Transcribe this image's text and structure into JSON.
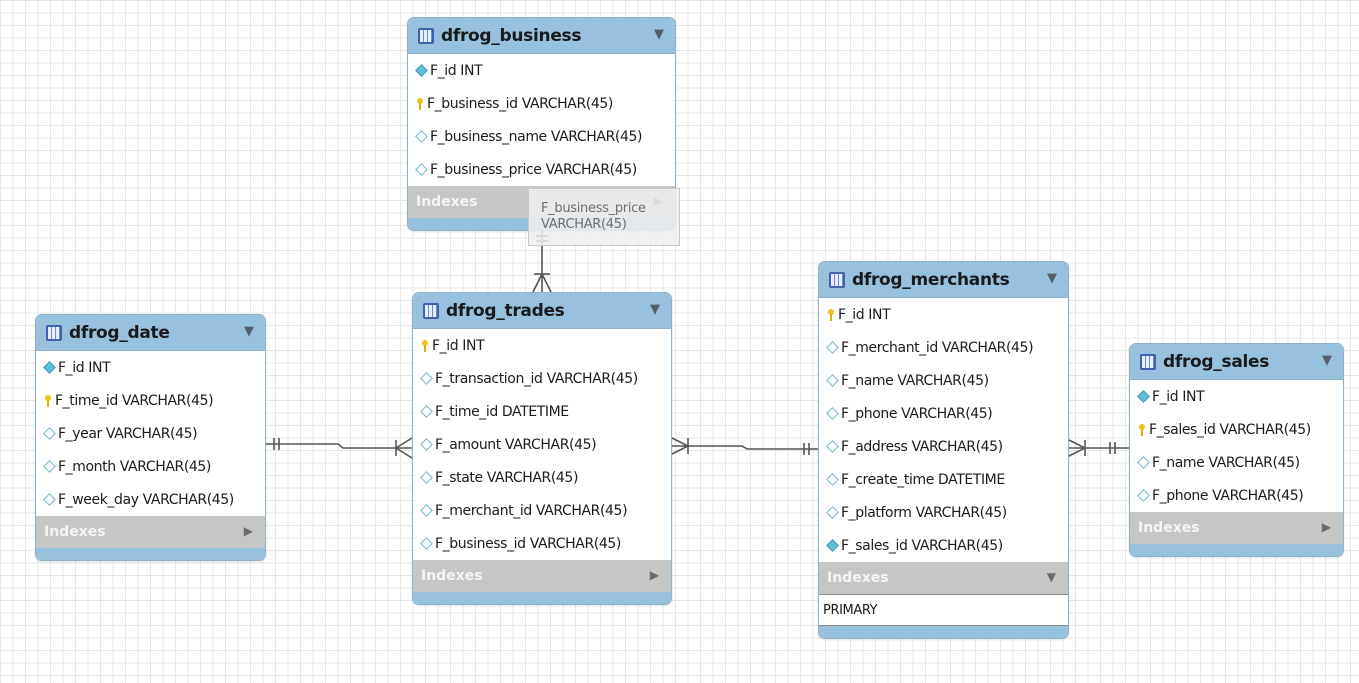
{
  "tables": [
    {
      "name": "dfrog_business",
      "columns": [
        {
          "text": "F_id INT",
          "icon": "diamond-filled"
        },
        {
          "text": "F_business_id VARCHAR(45)",
          "icon": "key"
        },
        {
          "text": "F_business_name VARCHAR(45)",
          "icon": "diamond-open"
        },
        {
          "text": "F_business_price VARCHAR(45)",
          "icon": "diamond-open"
        }
      ],
      "indexes_label": "Indexes",
      "indexes_state": "collapsed",
      "index_items": []
    },
    {
      "name": "dfrog_date",
      "columns": [
        {
          "text": "F_id INT",
          "icon": "diamond-filled"
        },
        {
          "text": "F_time_id VARCHAR(45)",
          "icon": "key"
        },
        {
          "text": "F_year VARCHAR(45)",
          "icon": "diamond-open"
        },
        {
          "text": "F_month VARCHAR(45)",
          "icon": "diamond-open"
        },
        {
          "text": "F_week_day VARCHAR(45)",
          "icon": "diamond-open"
        }
      ],
      "indexes_label": "Indexes",
      "indexes_state": "collapsed",
      "index_items": []
    },
    {
      "name": "dfrog_trades",
      "columns": [
        {
          "text": "F_id INT",
          "icon": "key"
        },
        {
          "text": "F_transaction_id VARCHAR(45)",
          "icon": "diamond-open"
        },
        {
          "text": "F_time_id DATETIME",
          "icon": "diamond-open"
        },
        {
          "text": "F_amount VARCHAR(45)",
          "icon": "diamond-open"
        },
        {
          "text": "F_state VARCHAR(45)",
          "icon": "diamond-open"
        },
        {
          "text": "F_merchant_id VARCHAR(45)",
          "icon": "diamond-open"
        },
        {
          "text": "F_business_id VARCHAR(45)",
          "icon": "diamond-open"
        }
      ],
      "indexes_label": "Indexes",
      "indexes_state": "collapsed",
      "index_items": []
    },
    {
      "name": "dfrog_merchants",
      "columns": [
        {
          "text": "F_id INT",
          "icon": "key"
        },
        {
          "text": "F_merchant_id VARCHAR(45)",
          "icon": "diamond-open"
        },
        {
          "text": "F_name VARCHAR(45)",
          "icon": "diamond-open"
        },
        {
          "text": "F_phone VARCHAR(45)",
          "icon": "diamond-open"
        },
        {
          "text": "F_address VARCHAR(45)",
          "icon": "diamond-open"
        },
        {
          "text": "F_create_time DATETIME",
          "icon": "diamond-open"
        },
        {
          "text": "F_platform VARCHAR(45)",
          "icon": "diamond-open"
        },
        {
          "text": "F_sales_id VARCHAR(45)",
          "icon": "diamond-filled"
        }
      ],
      "indexes_label": "Indexes",
      "indexes_state": "expanded",
      "index_items": [
        "PRIMARY"
      ]
    },
    {
      "name": "dfrog_sales",
      "columns": [
        {
          "text": "F_id INT",
          "icon": "diamond-filled"
        },
        {
          "text": "F_sales_id VARCHAR(45)",
          "icon": "key"
        },
        {
          "text": "F_name VARCHAR(45)",
          "icon": "diamond-open"
        },
        {
          "text": "F_phone VARCHAR(45)",
          "icon": "diamond-open"
        }
      ],
      "indexes_label": "Indexes",
      "indexes_state": "collapsed",
      "index_items": []
    }
  ],
  "tooltip": {
    "line1": "F_business_price",
    "line2": "VARCHAR(45)"
  },
  "relationships": [
    {
      "from": "dfrog_date",
      "to": "dfrog_trades",
      "from_end": "one-mandatory",
      "to_end": "many"
    },
    {
      "from": "dfrog_business",
      "to": "dfrog_trades",
      "from_end": "one-mandatory",
      "to_end": "many"
    },
    {
      "from": "dfrog_merchants",
      "to": "dfrog_trades",
      "from_end": "one-mandatory",
      "to_end": "many"
    },
    {
      "from": "dfrog_sales",
      "to": "dfrog_merchants",
      "from_end": "one-mandatory",
      "to_end": "many"
    }
  ],
  "colors": {
    "header": "#98c1de",
    "border": "#8fb2cb",
    "indexes_bar": "#c6c6c6",
    "key_icon": "#f2c21b",
    "diamond_icon": "#5cc0d9",
    "connector": "#555555"
  }
}
